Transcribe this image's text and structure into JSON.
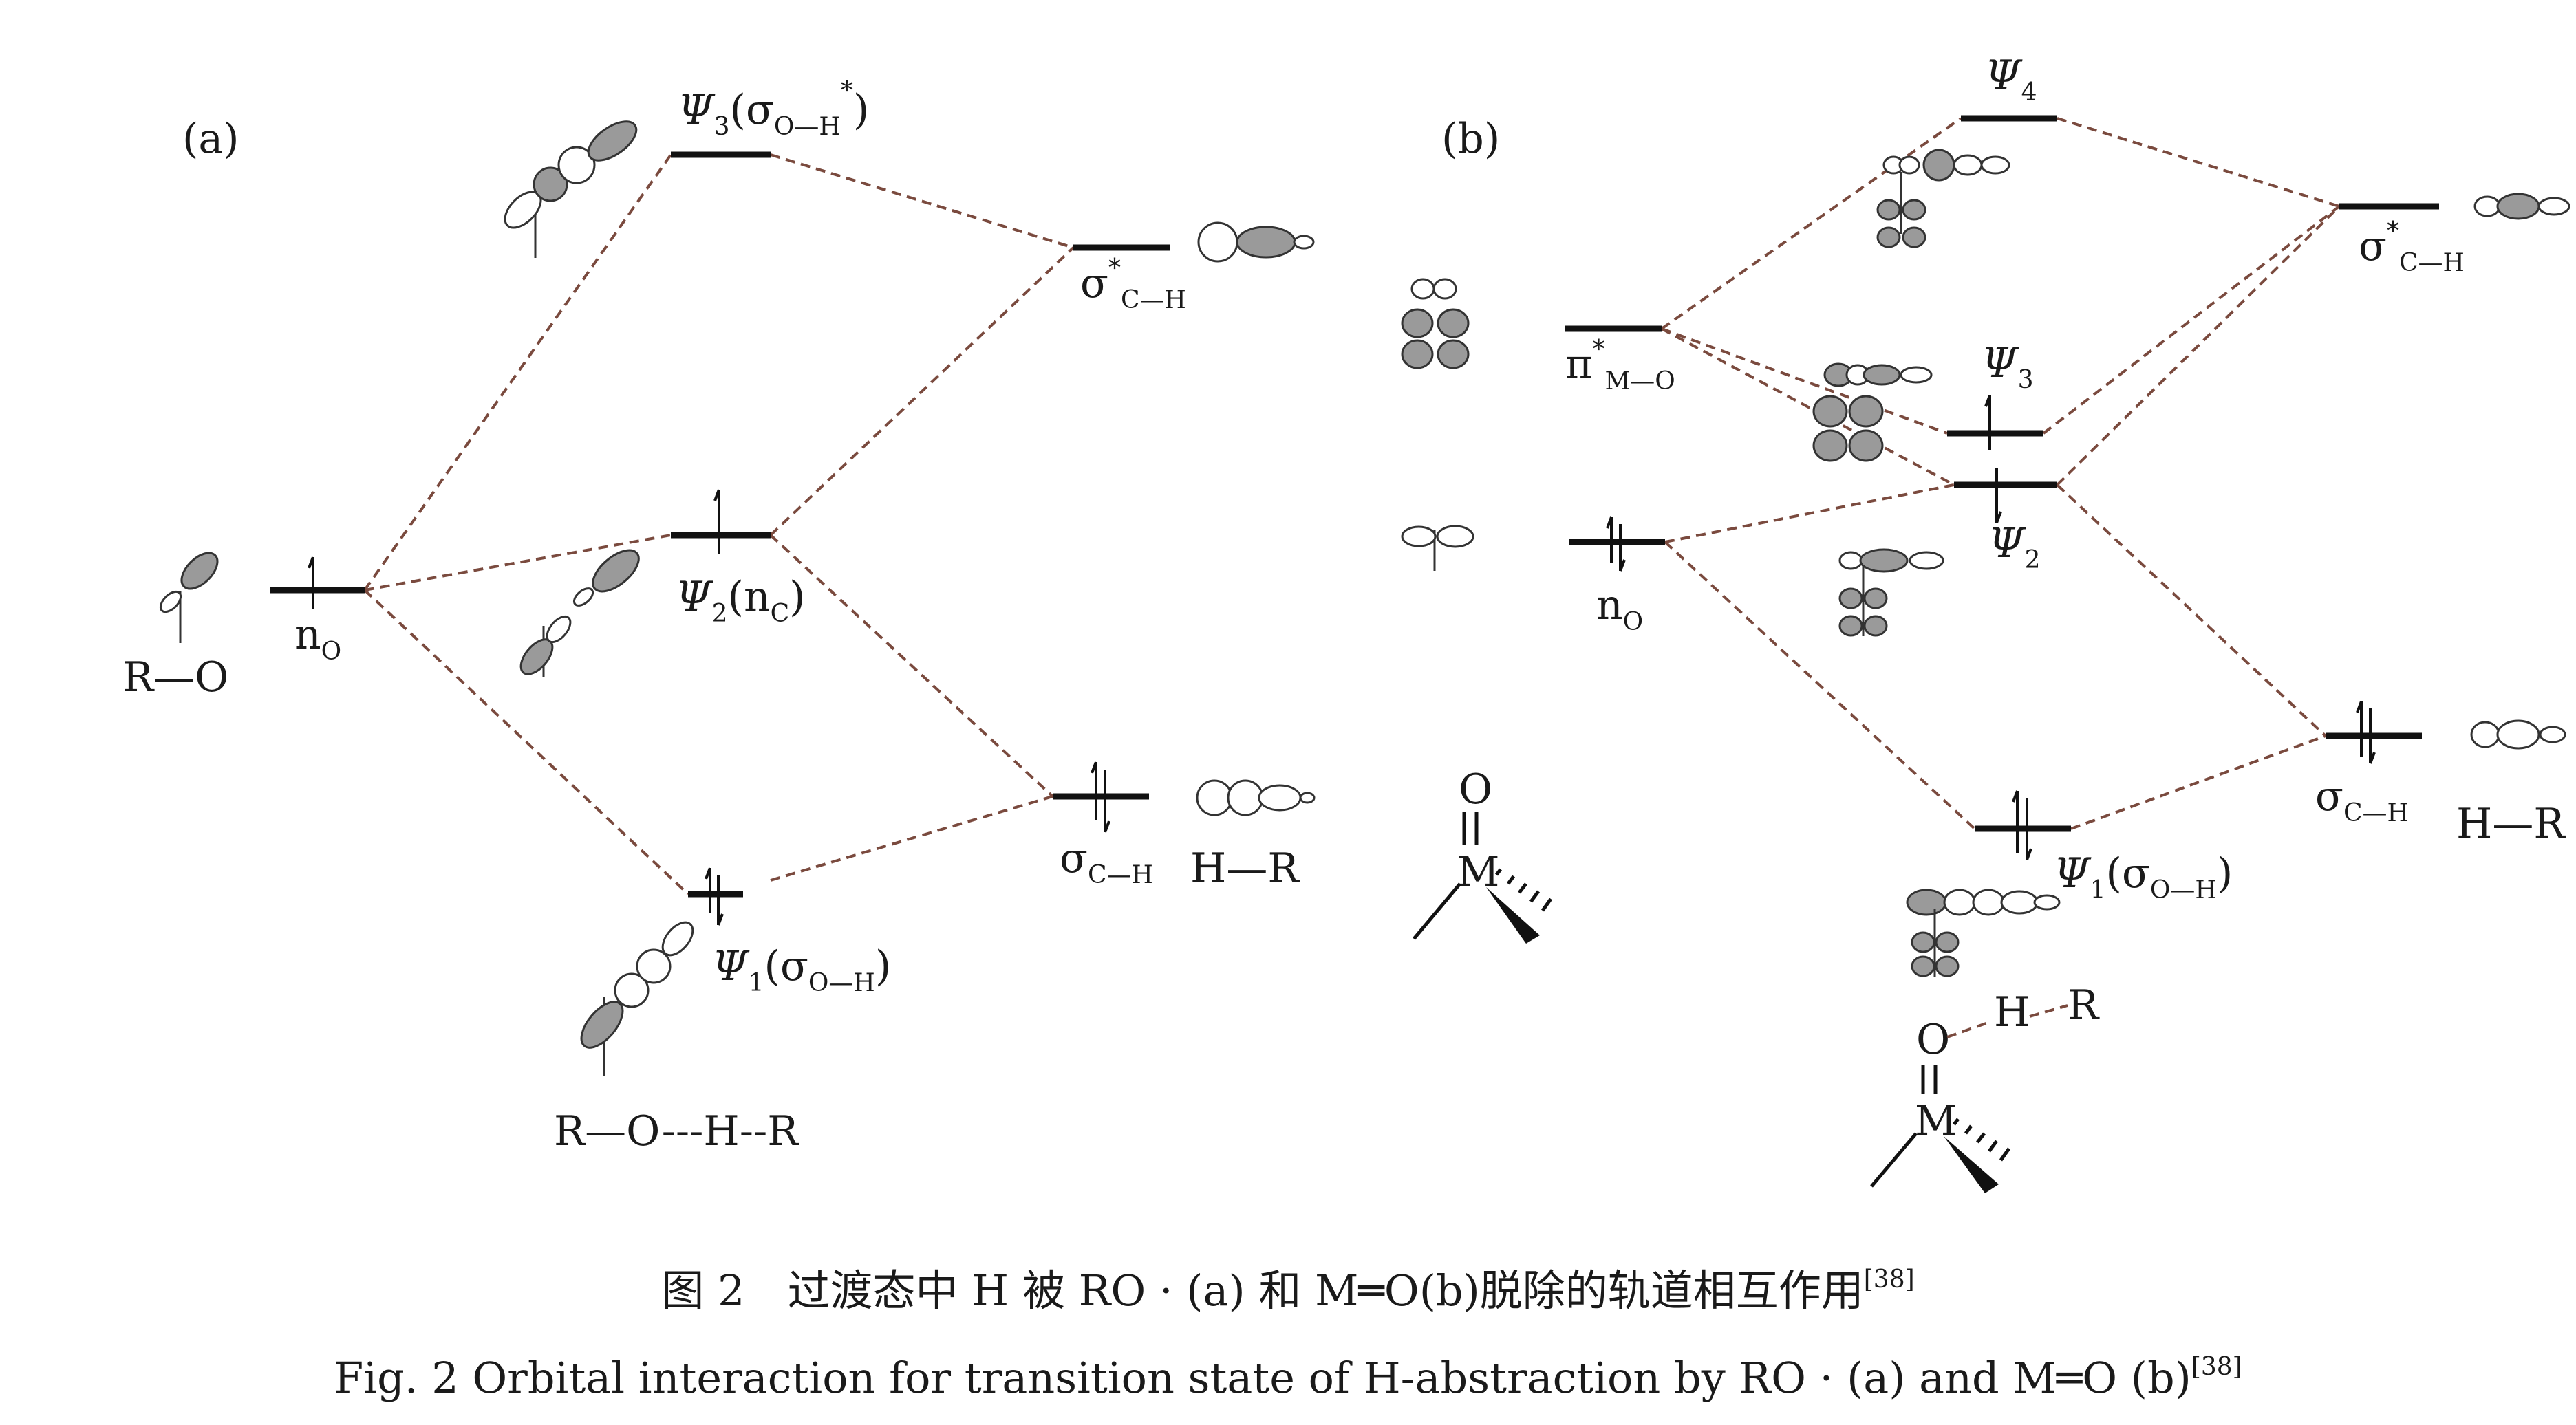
{
  "panel_a": {
    "label": "(a)",
    "levels": {
      "psi3": {
        "main": "Ψ",
        "sub": "3",
        "paren_open": "(σ",
        "paren_sub": "O—H",
        "star": "*",
        "paren_close": ")"
      },
      "sigma_star": {
        "main": "σ",
        "star": "*",
        "sub": "C—H"
      },
      "psi2": {
        "main": "Ψ",
        "sub": "2",
        "paren": "(n",
        "paren_sub": "C",
        "close": ")"
      },
      "n_o": {
        "main": "n",
        "sub": "O"
      },
      "sigma": {
        "main": "σ",
        "sub": "C—H"
      },
      "psi1": {
        "main": "Ψ",
        "sub": "1",
        "paren_open": "(σ",
        "paren_sub": "O—H",
        "paren_close": ")"
      }
    },
    "species": {
      "r_o": "R—O",
      "h_r": "H—R",
      "ts": "R—O---H--R"
    }
  },
  "panel_b": {
    "label": "(b)",
    "levels": {
      "psi4": {
        "main": "Ψ",
        "sub": "4"
      },
      "sigma_star": {
        "main": "σ",
        "star": "*",
        "sub": "C—H"
      },
      "pi_star": {
        "main": "π",
        "star": "*",
        "sub": "M—O"
      },
      "psi3": {
        "main": "Ψ",
        "sub": "3"
      },
      "psi2": {
        "main": "Ψ",
        "sub": "2"
      },
      "n_o": {
        "main": "n",
        "sub": "O"
      },
      "sigma": {
        "main": "σ",
        "sub": "C—H"
      },
      "psi1": {
        "main": "Ψ",
        "sub": "1",
        "paren_open": "(σ",
        "paren_sub": "O—H",
        "paren_close": ")"
      }
    },
    "species": {
      "mo_o": "O",
      "mo_m": "M",
      "h_r": "H—R",
      "ts_o": "O",
      "ts_h": "H",
      "ts_r": "R",
      "ts_m": "M"
    }
  },
  "caption": {
    "zh": "图 2　过渡态中 H 被 RO · (a) 和 M═O(b)脱除的轨道相互作用",
    "zh_ref": "[38]",
    "en": "Fig. 2  Orbital interaction for transition state of H-abstraction by RO · (a) and M═O (b)",
    "en_ref": "[38]"
  }
}
